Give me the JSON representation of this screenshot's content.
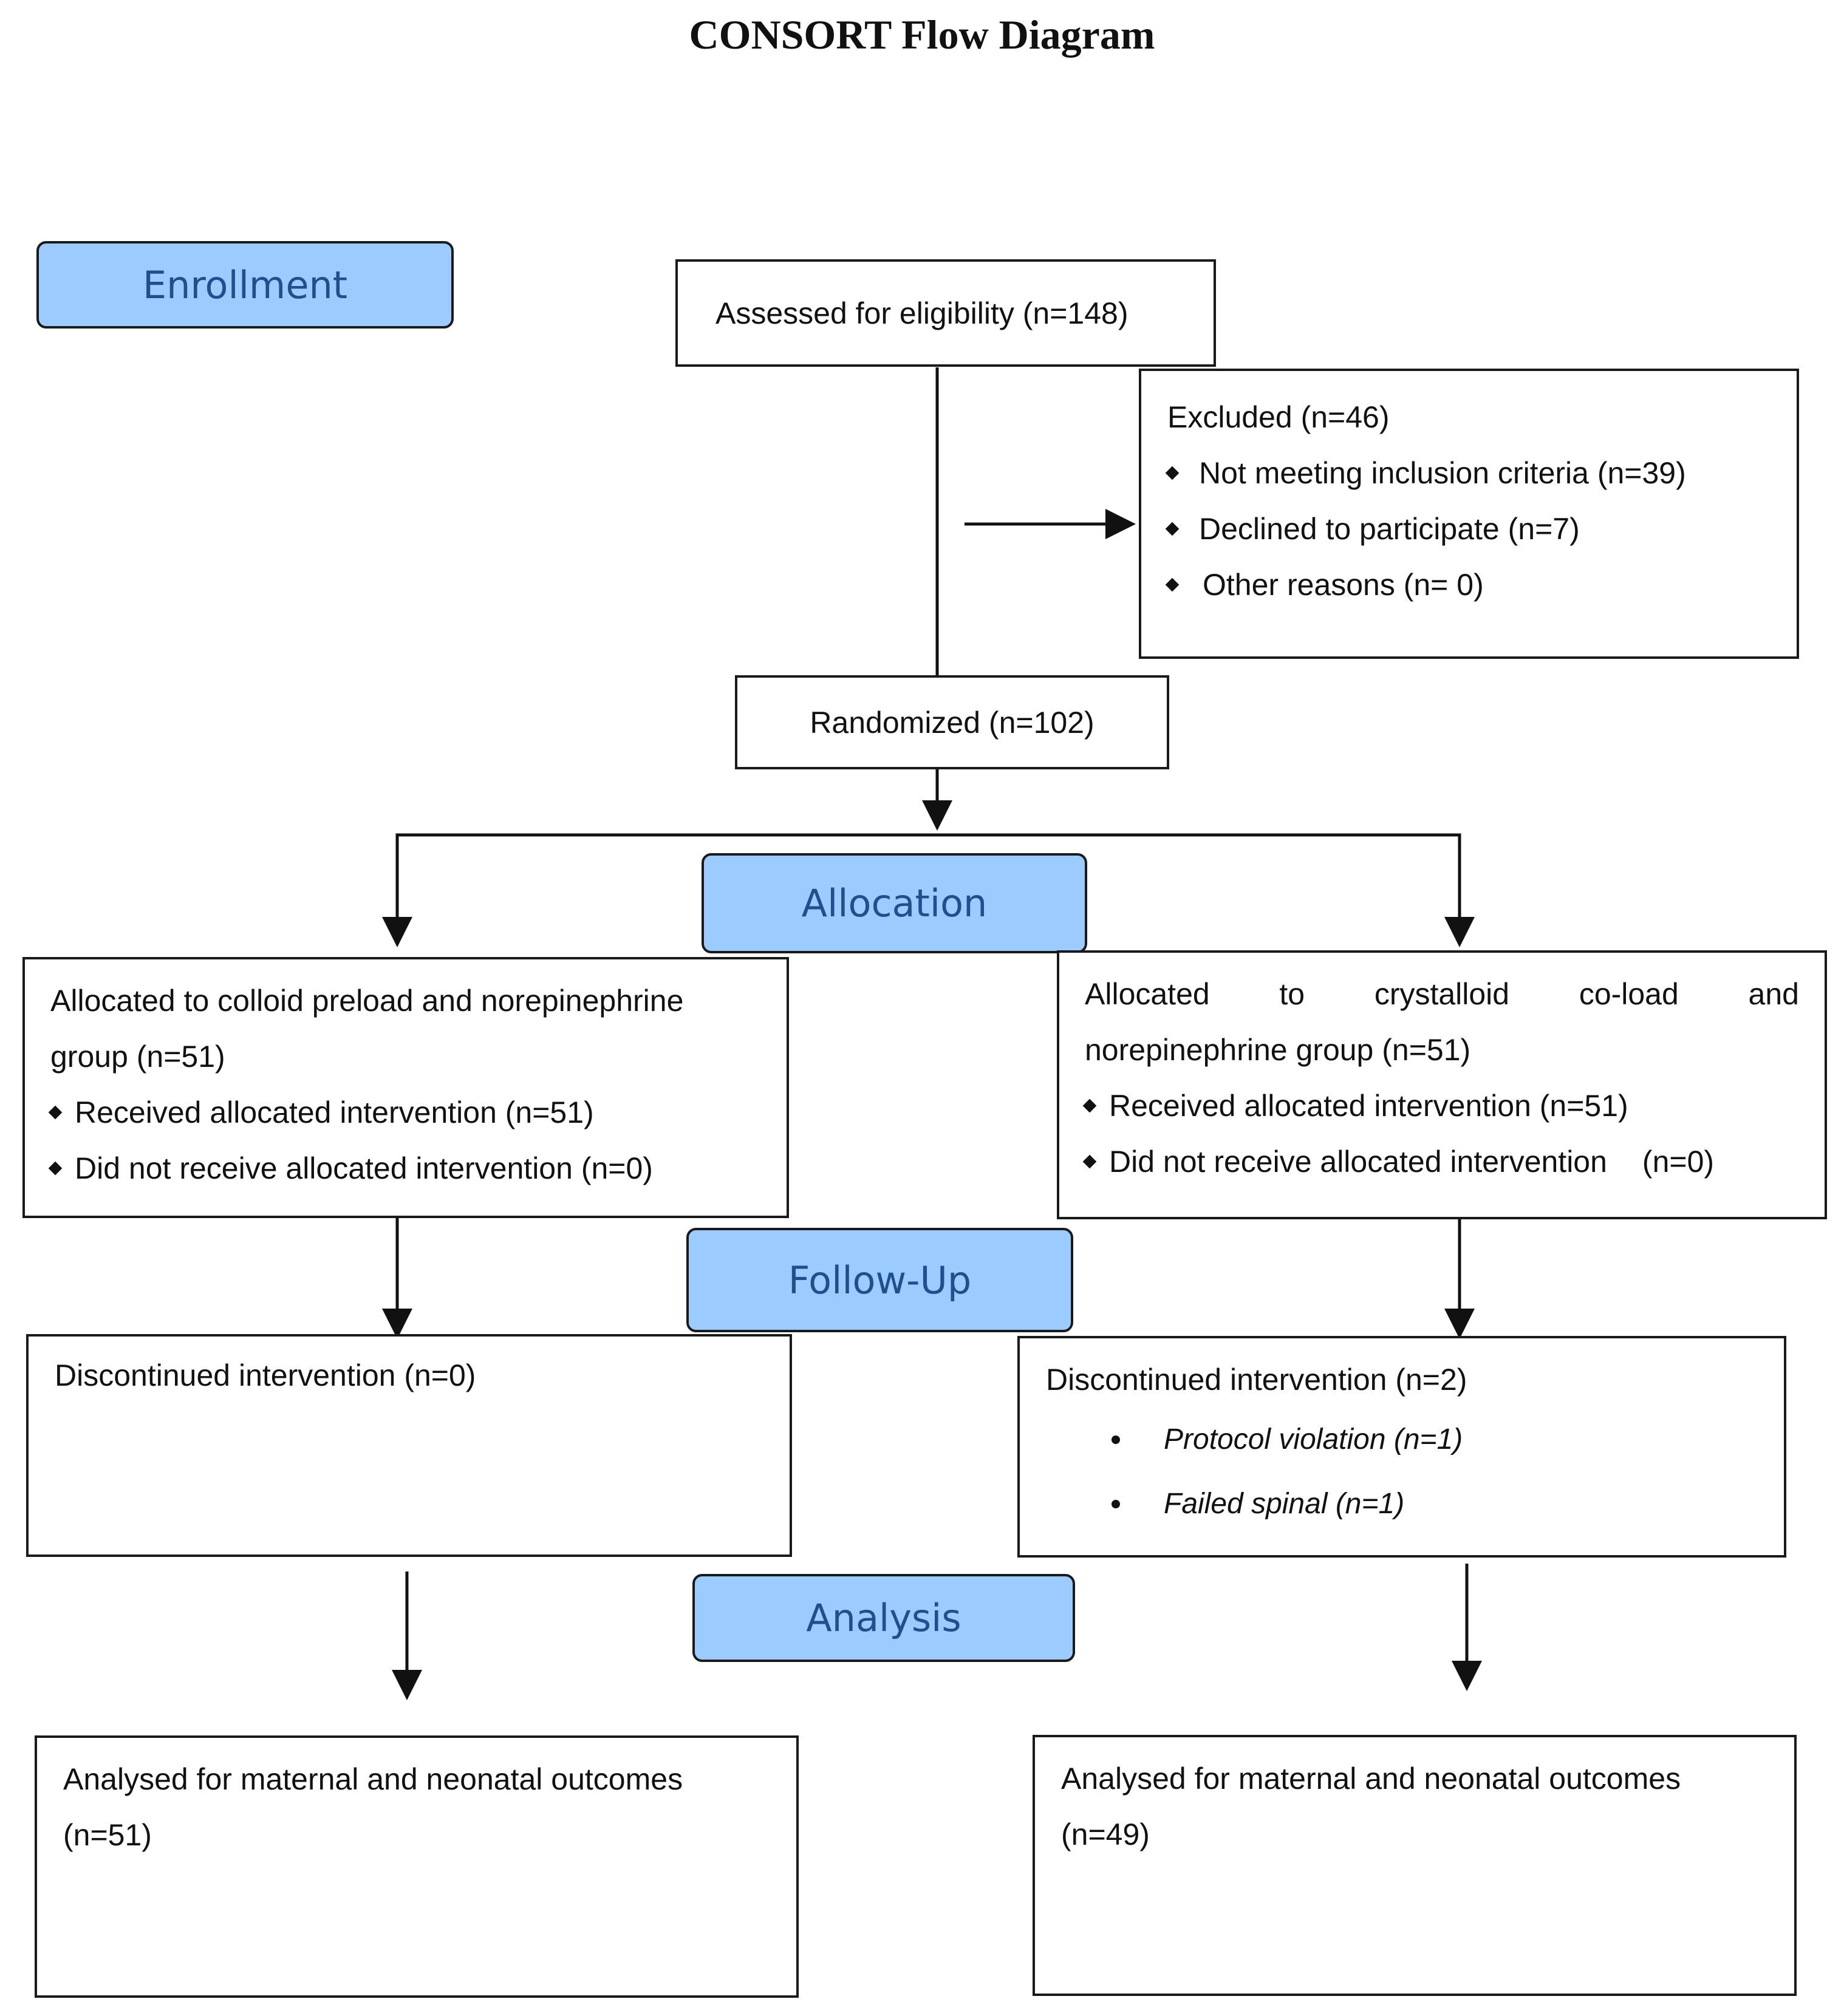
{
  "title": "CONSORT Flow Diagram",
  "stages": {
    "enrollment": "Enrollment",
    "allocation": "Allocation",
    "follow_up": "Follow-Up",
    "analysis": "Analysis"
  },
  "assessed": "Assessed for eligibility (n=148)",
  "excluded": {
    "heading": "Excluded (n=46)",
    "items": [
      "Not meeting inclusion criteria (n=39)",
      "Declined to participate (n=7)",
      "Other reasons (n= 0)"
    ]
  },
  "randomized": "Randomized (n=102)",
  "left_group": {
    "allocated_line1": "Allocated to colloid preload and norepinephrine",
    "allocated_line2": "group (n=51)",
    "received": "Received allocated intervention (n=51)",
    "not_received": "Did not receive allocated intervention (n=0)",
    "discontinued": "Discontinued intervention (n=0)",
    "analysed_line1": "Analysed for maternal and neonatal outcomes",
    "analysed_line2": "(n=51)"
  },
  "right_group": {
    "allocated_words": [
      "Allocated",
      "to",
      "crystalloid",
      "co-load",
      "and"
    ],
    "allocated_line2": "norepinephrine group (n=51)",
    "received": "Received allocated intervention (n=51)",
    "not_received": "Did not receive allocated intervention",
    "not_received_count": "(n=0)",
    "discontinued": "Discontinued intervention (n=2)",
    "reasons": [
      "Protocol violation (n=1)",
      "Failed spinal (n=1)"
    ],
    "analysed_line1": "Analysed for maternal and neonatal outcomes",
    "analysed_line2": "(n=49)"
  }
}
